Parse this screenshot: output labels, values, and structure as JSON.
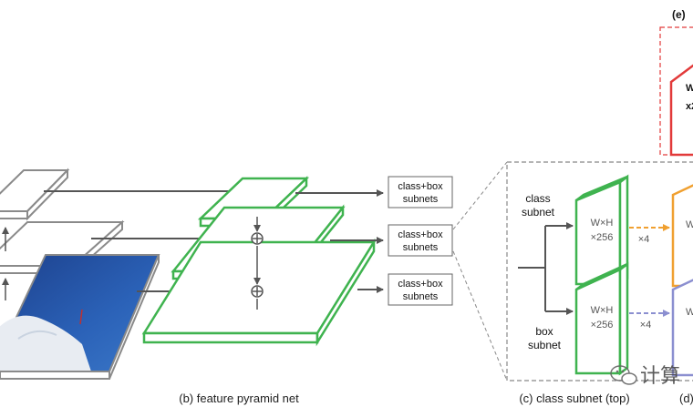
{
  "colors": {
    "gray_arrow": "#555555",
    "stack_stroke": "#8a8a8a",
    "fpn_green": "#3fb34f",
    "orange": "#f0a030",
    "purple": "#8b8fd0",
    "red": "#e23a3a",
    "dashed_box": "#888888",
    "image_blue": "#1f4e9a",
    "image_snow": "#e8ecf2"
  },
  "panel_e": {
    "label": "(e)",
    "text_line1": "W",
    "text_line2": "x2"
  },
  "fpn": {
    "subnet_boxes": [
      {
        "line1": "class+box",
        "line2": "subnets"
      },
      {
        "line1": "class+box",
        "line2": "subnets"
      },
      {
        "line1": "class+box",
        "line2": "subnets"
      }
    ],
    "caption": "(b) feature pyramid net",
    "merge_symbol": "⊕"
  },
  "subnet": {
    "class_label": {
      "line1": "class",
      "line2": "subnet"
    },
    "box_label": {
      "line1": "box",
      "line2": "subnet"
    },
    "class_feature": {
      "line1": "W×H",
      "line2": "×256"
    },
    "box_feature": {
      "line1": "W×H",
      "line2": "×256"
    },
    "repeat_class": "×4",
    "repeat_box": "×4",
    "partial_right_top": "W",
    "partial_right_bottom": "W",
    "caption": "(c) class subnet (top)",
    "caption_d": "(d)"
  },
  "watermark": {
    "text": "计算"
  },
  "icons": {
    "watermark_logo": "wechat-icon",
    "merge": "plus-circle-icon"
  }
}
